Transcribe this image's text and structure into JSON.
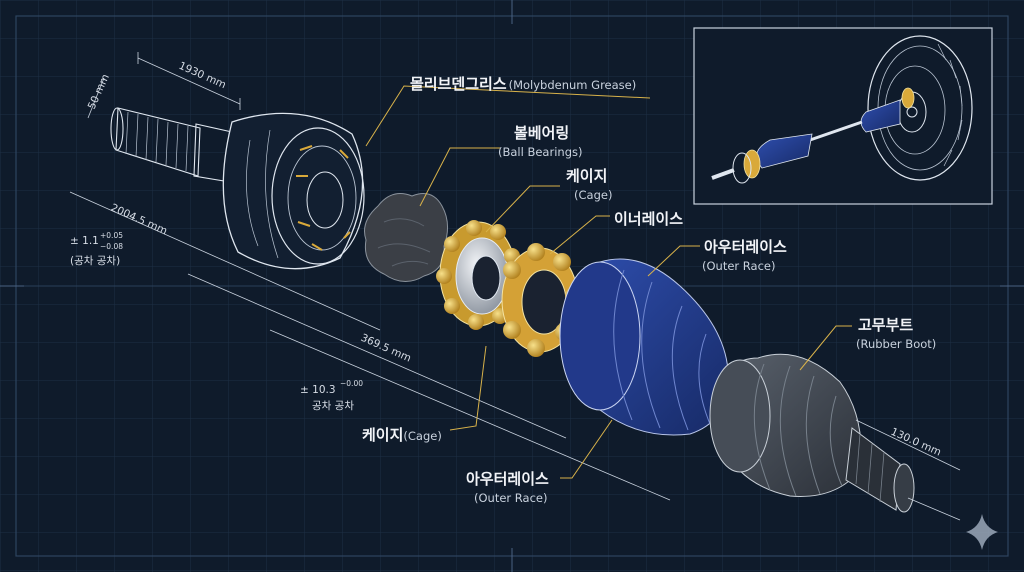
{
  "labels": {
    "grease": {
      "ko": "몰리브덴그리스",
      "en": "(Molybdenum Grease)"
    },
    "ball_bearings": {
      "ko": "볼베어링",
      "en": "(Ball Bearings)"
    },
    "cage_top": {
      "ko": "케이지",
      "en": "(Cage)"
    },
    "inner_race": {
      "ko": "이너레이스"
    },
    "outer_race_top": {
      "ko": "아우터레이스",
      "en": "(Outer Race)"
    },
    "rubber_boot": {
      "ko": "고무부트",
      "en": "(Rubber Boot)"
    },
    "cage_bottom": {
      "ko": "케이지",
      "en": "(Cage)"
    },
    "outer_race_bottom": {
      "ko": "아우터레이스",
      "en": "(Outer Race)"
    }
  },
  "dimensions": {
    "d_50": "50 mm",
    "d_1930": "1930 mm",
    "d_2004": "2004.5 mm",
    "tol1_main": "± 1.1",
    "tol1_plus": "+0.05",
    "tol1_minus": "−0.08",
    "tol1_note": "(공차 공차)",
    "d_369": "369.5 mm",
    "tol2_main": "± 10.3",
    "tol2_sup": "−0.00",
    "tol2_note": "공차 공차",
    "d_130": "130.0 mm"
  },
  "colors": {
    "background": "#0f1b2b",
    "grid": "#1f3147",
    "leader": "#d8b24a",
    "gold": "#d9a93a",
    "blue": "#1f3a86",
    "boot": "#3c434d",
    "grease": "#3b3f46"
  },
  "icons": {
    "corner": "sparkle-icon"
  }
}
